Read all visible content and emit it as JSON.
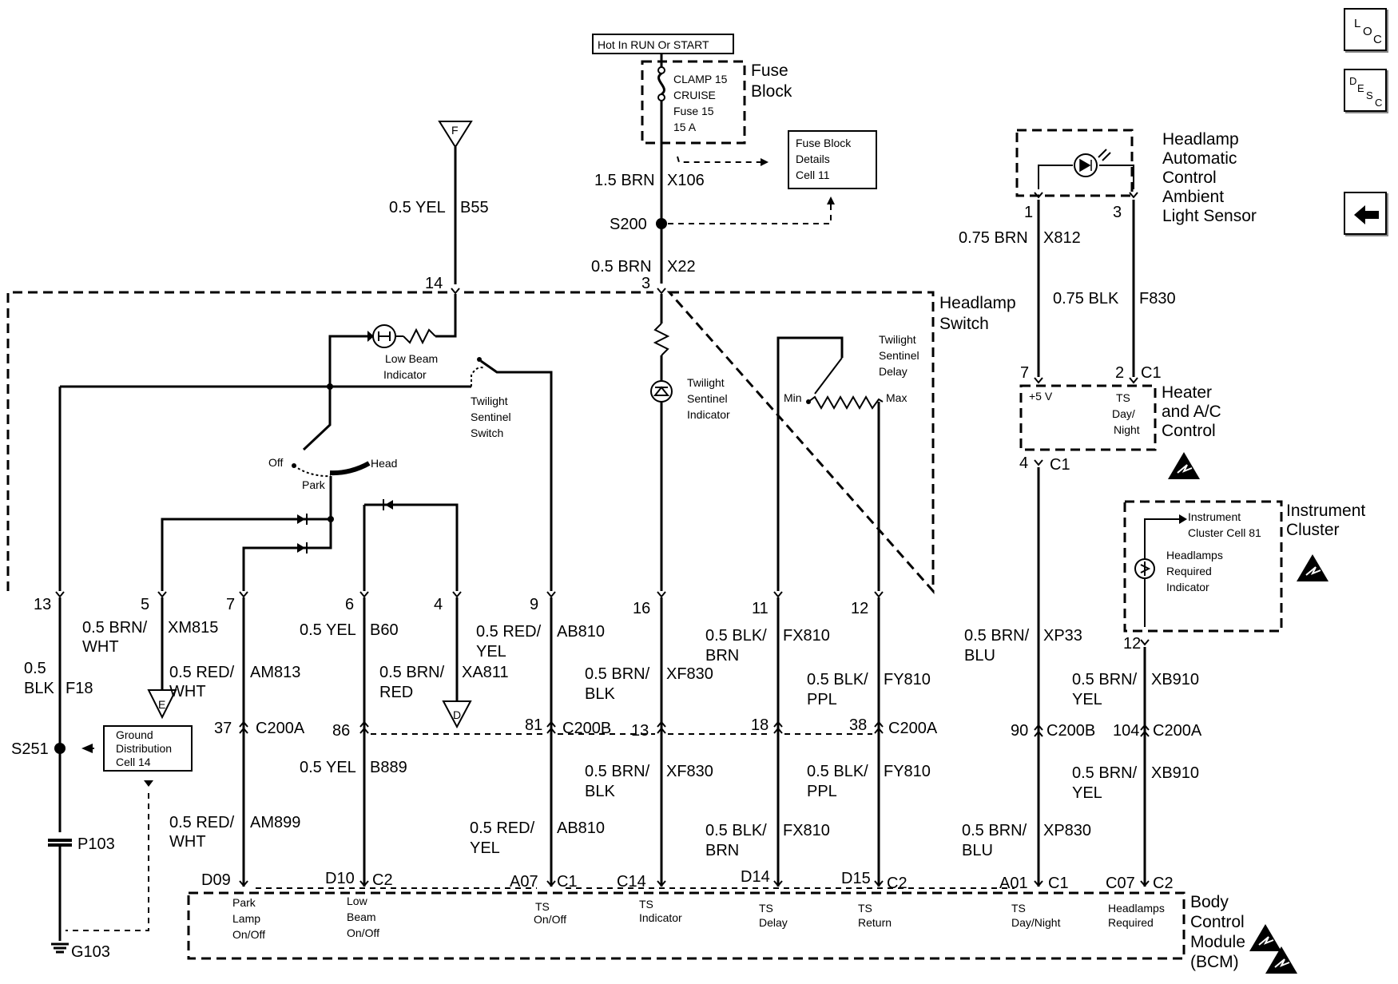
{
  "nav": {
    "loc": "LOC",
    "desc": "DESC",
    "back": "back-arrow-icon"
  },
  "power": {
    "hot": "Hot In RUN Or START"
  },
  "fuse": {
    "l1": "CLAMP 15",
    "l2": "CRUISE",
    "l3": "Fuse 15",
    "l4": "15 A",
    "t1": "Fuse",
    "t2": "Block"
  },
  "fbd": {
    "l1": "Fuse Block",
    "l2": "Details",
    "l3": "Cell 11"
  },
  "gdc": {
    "l1": "Ground",
    "l2": "Distribution",
    "l3": "Cell 14"
  },
  "hs": {
    "t1": "Headlamp",
    "t2": "Switch"
  },
  "ls": {
    "t1": "Headlamp",
    "t2": "Automatic",
    "t3": "Control",
    "t4": "Ambient",
    "t5": "Light Sensor"
  },
  "hac": {
    "t1": "Heater",
    "t2": "and A/C",
    "t3": "Control",
    "v5": "+5 V",
    "ts1": "TS",
    "ts2": "Day/",
    "ts3": "Night"
  },
  "ic": {
    "t1": "Instrument",
    "t2": "Cluster",
    "c1": "Instrument",
    "c2": "Cluster Cell 81",
    "h1": "Headlamps",
    "h2": "Required",
    "h3": "Indicator"
  },
  "bcm": {
    "t1": "Body",
    "t2": "Control",
    "t3": "Module",
    "t4": "(BCM)"
  },
  "sw": {
    "lbi1": "Low Beam",
    "lbi2": "Indicator",
    "tss1": "Twilight",
    "tss2": "Sentinel",
    "tss3": "Switch",
    "tsi1": "Twilight",
    "tsi2": "Sentinel",
    "tsi3": "Indicator",
    "tsd1": "Twilight",
    "tsd2": "Sentinel",
    "tsd3": "Delay",
    "min": "Min",
    "max": "Max",
    "off": "Off",
    "park": "Park",
    "head": "Head"
  },
  "wires": {
    "b55": [
      "0.5 YEL",
      "B55"
    ],
    "x106": [
      "1.5 BRN",
      "X106"
    ],
    "x22": [
      "0.5 BRN",
      "X22"
    ],
    "x812": [
      "0.75 BRN",
      "X812"
    ],
    "f830": [
      "0.75 BLK",
      "F830"
    ],
    "f18": [
      "0.5",
      "BLK",
      "F18"
    ],
    "xm815": [
      "0.5 BRN/",
      "WHT",
      "XM815"
    ],
    "am813": [
      "0.5 RED/",
      "WHT",
      "AM813"
    ],
    "am899": [
      "0.5 RED/",
      "WHT",
      "AM899"
    ],
    "b60": [
      "0.5 YEL",
      "B60"
    ],
    "b889": [
      "0.5 YEL",
      "B889"
    ],
    "xa811": [
      "0.5 BRN/",
      "RED",
      "XA811"
    ],
    "ab810a": [
      "0.5 RED/",
      "YEL",
      "AB810"
    ],
    "ab810b": [
      "0.5 RED/",
      "YEL",
      "AB810"
    ],
    "xf830a": [
      "0.5 BRN/",
      "BLK",
      "XF830"
    ],
    "xf830b": [
      "0.5 BRN/",
      "BLK",
      "XF830"
    ],
    "fx810a": [
      "0.5 BLK/",
      "BRN",
      "FX810"
    ],
    "fx810b": [
      "0.5 BLK/",
      "BRN",
      "FX810"
    ],
    "fy810a": [
      "0.5 BLK/",
      "PPL",
      "FY810"
    ],
    "fy810b": [
      "0.5 BLK/",
      "PPL",
      "FY810"
    ],
    "xp33": [
      "0.5 BRN/",
      "BLU",
      "XP33"
    ],
    "xp830": [
      "0.5 BRN/",
      "BLU",
      "XP830"
    ],
    "xb910a": [
      "0.5 BRN/",
      "YEL",
      "XB910"
    ],
    "xb910b": [
      "0.5 BRN/",
      "YEL",
      "XB910"
    ]
  },
  "pins": {
    "p14": "14",
    "p3": "3",
    "p13": "13",
    "p5": "5",
    "p7": "7",
    "p6": "6",
    "p4": "4",
    "p9": "9",
    "p16": "16",
    "p11": "11",
    "p12": "12",
    "s1": "1",
    "s3": "3",
    "h7": "7",
    "h2": "2",
    "hc1a": "C1",
    "h4": "4",
    "hc1b": "C1",
    "ic12": "12"
  },
  "splices": {
    "s200": "S200",
    "s251": "S251",
    "p103": "P103",
    "g103": "G103"
  },
  "grounds": {
    "f": "F",
    "e": "E",
    "d": "D"
  },
  "inline": {
    "n37": "37",
    "c200a1": "C200A",
    "n86": "86",
    "n81": "81",
    "c200b1": "C200B",
    "n13": "13",
    "n18": "18",
    "n38": "38",
    "c200a2": "C200A",
    "n90": "90",
    "c200b2": "C200B",
    "n104": "104",
    "c200a3": "C200A"
  },
  "bcmpins": {
    "d09": "D09",
    "d10": "D10",
    "c2a": "C2",
    "a07": "A07",
    "c1a": "C1",
    "c14": "C14",
    "d14": "D14",
    "d15": "D15",
    "c2b": "C2",
    "a01": "A01",
    "c1b": "C1",
    "c07": "C07",
    "c2c": "C2"
  },
  "bcmfn": {
    "park1": "Park",
    "park2": "Lamp",
    "park3": "On/Off",
    "low1": "Low",
    "low2": "Beam",
    "low3": "On/Off",
    "tso1": "TS",
    "tso2": "On/Off",
    "tsi1": "TS",
    "tsi2": "Indicator",
    "tsd1": "TS",
    "tsd2": "Delay",
    "tsr1": "TS",
    "tsr2": "Return",
    "tsdn1": "TS",
    "tsdn2": "Day/Night",
    "hr1": "Headlamps",
    "hr2": "Required"
  }
}
